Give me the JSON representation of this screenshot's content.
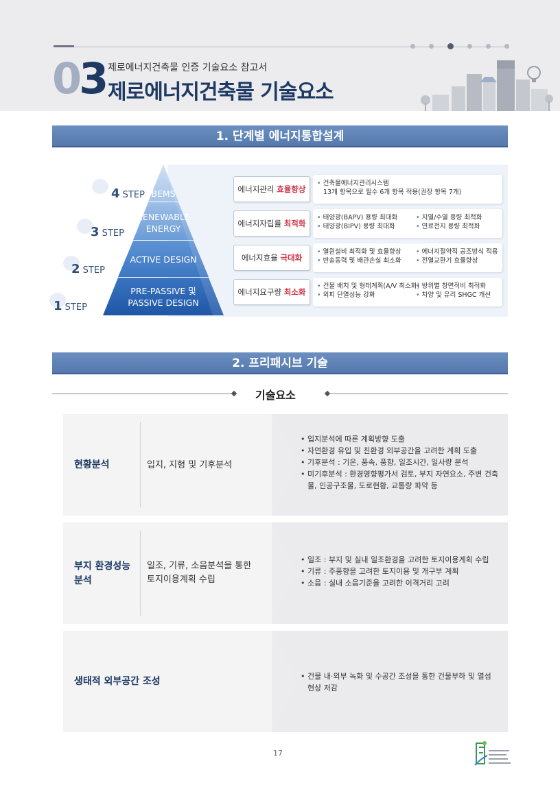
{
  "header": {
    "chapter_zero": "0",
    "chapter_three": "3",
    "subtitle": "제로에너지건축물 인증 기술요소 참고서",
    "title": "제로에너지건축물 기술요소"
  },
  "section1": {
    "title": "1. 단계별 에너지통합설계",
    "steps": [
      {
        "num": "4",
        "word": "STEP",
        "pyramid_text": "BEMS",
        "label_plain": "에너지관리 ",
        "label_hl": "효율향상",
        "col1": [
          "건축물에너지관리시스템",
          "13개 항목으로 필수 6개 항목 적용(권장 항목 7개)"
        ],
        "col2": []
      },
      {
        "num": "3",
        "word": "STEP",
        "pyramid_text": "RENEWABLE ENERGY",
        "pyramid_line1": "RENEWABLE",
        "pyramid_line2": "ENERGY",
        "label_plain": "에너지자립률 ",
        "label_hl": "최적화",
        "col1": [
          "태양광(BAPV) 용량 최대화",
          "태양광(BIPV) 용량 최대화"
        ],
        "col2": [
          "지열/수열 용량 최적화",
          "연료전지 용량 최적화"
        ]
      },
      {
        "num": "2",
        "word": "STEP",
        "pyramid_text": "ACTIVE DESIGN",
        "label_plain": "에너지효율 ",
        "label_hl": "극대화",
        "col1": [
          "열원설비 최적화 및 효율향상",
          "반송동력 및 배관손실 최소화"
        ],
        "col2": [
          "에너지절약적 공조방식 적용",
          "전열교환기 효율향상"
        ]
      },
      {
        "num": "1",
        "word": "STEP",
        "pyramid_line1": "PRE-PASSIVE 및",
        "pyramid_line2": "PASSIVE DESIGN",
        "label_plain": "에너지요구량 ",
        "label_hl": "최소화",
        "col1": [
          "건물 배치 및 형태계획(A/V 최소화)",
          "외피 단열성능 강화"
        ],
        "col2": [
          "방위별 창면적비 최적화",
          "차양 및 유리 SHGC 개선"
        ]
      }
    ]
  },
  "section2": {
    "title": "2. 프리패시브 기술",
    "subheading": "기술요소",
    "panels": [
      {
        "label": "현황분석",
        "mid": "입지, 지형 및 기후분석",
        "items": [
          "입지분석에 따른 계획방향 도출",
          "자연환경 유입 및 친환경 외부공간을 고려한 계획 도출",
          "기후분석 : 기온, 풍속, 풍향, 일조시간, 일사량 분석",
          "미기후분석 : 환경영향평가서 검토, 부지 자연요소, 주변 건축물, 인공구조물, 도로현황, 교통량 파악 등"
        ]
      },
      {
        "label_line1": "부지 환경성능",
        "label_line2": "분석",
        "mid_line1": "일조, 기류, 소음분석을 통한",
        "mid_line2": "토지이용계획 수립",
        "items": [
          "일조 : 부지 및 실내 일조환경을 고려한 토지이용계획 수립",
          "기류 : 주풍향을 고려한 토지이용 및 개구부 계획",
          "소음 : 실내 소음기준을 고려한 이격거리 고려"
        ]
      },
      {
        "label": "생태적 외부공간 조성",
        "mid": "",
        "items": [
          "건물 내·외부 녹화 및 수공간 조성을 통한 건물부하 및 열섬현상 저감"
        ]
      }
    ]
  },
  "footer": {
    "page_number": "17"
  },
  "colors": {
    "navy": "#1e3a63",
    "accent_red": "#d0364a",
    "bar_blue": "#5579ad"
  }
}
